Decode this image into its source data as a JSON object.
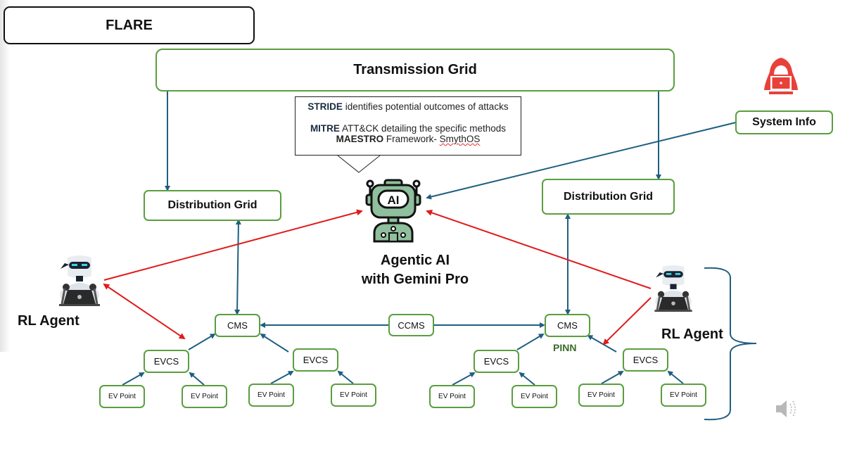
{
  "title": "FLARE",
  "nodes": {
    "transmission_grid": "Transmission Grid",
    "distribution_grid_left": "Distribution Grid",
    "distribution_grid_right": "Distribution Grid",
    "system_info": "System Info",
    "cms_left": "CMS",
    "cms_right": "CMS",
    "ccms": "CCMS",
    "evcs": [
      "EVCS",
      "EVCS",
      "EVCS",
      "EVCS"
    ],
    "ev_points": [
      "EV Point",
      "EV Point",
      "EV Point",
      "EV Point",
      "EV Point",
      "EV Point",
      "EV Point",
      "EV Point"
    ],
    "pinn": "PINN"
  },
  "callout": {
    "line1_bold": "STRIDE",
    "line1_rest": " identifies potential outcomes of attacks",
    "line2_bold": "MITRE",
    "line2_rest": " ATT&CK detailing the specific methods",
    "line3_bold": "MAESTRO",
    "line3_rest": " Framework- ",
    "line3_underlined": "SmythOS"
  },
  "agentic_ai": {
    "line1": "Agentic AI",
    "line2": "with Gemini Pro",
    "icon_text": "AI"
  },
  "rl_agent_left": "RL Agent",
  "rl_agent_right": "RL Agent",
  "icons": {
    "hacker": "hacker-icon",
    "robot": "ai-robot-icon",
    "rl_agent": "rl-agent-robot-icon",
    "speaker": "speaker-icon"
  },
  "colors": {
    "node_border": "#5a9e3f",
    "connector": "#1f5f80",
    "attack_arrow": "#e01b1b",
    "hacker": "#e8413a",
    "robot_fill": "#8fbf9c",
    "pinn": "#3a6b2a"
  }
}
